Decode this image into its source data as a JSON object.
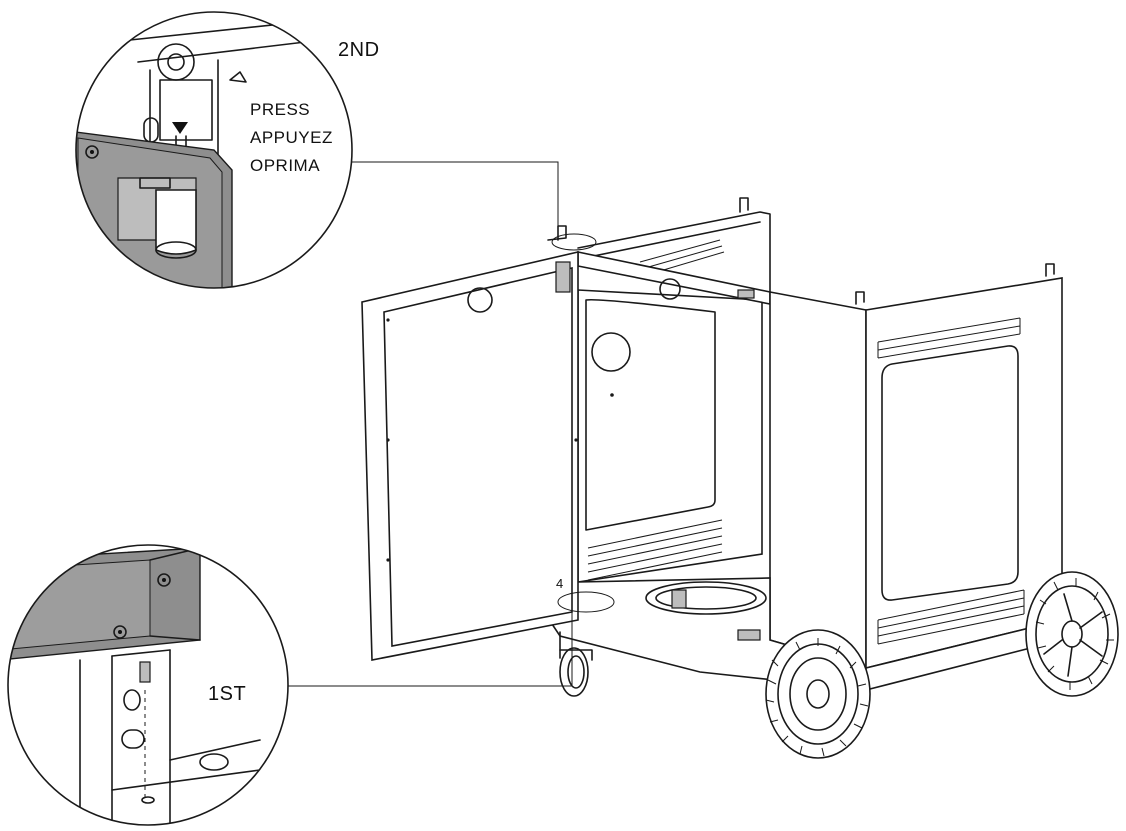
{
  "callouts": {
    "second_step": "2ND",
    "press_en": "PRESS",
    "press_fr": "APPUYEZ",
    "press_es": "OPRIMA",
    "first_step": "1ST",
    "hinge_number": "4"
  }
}
